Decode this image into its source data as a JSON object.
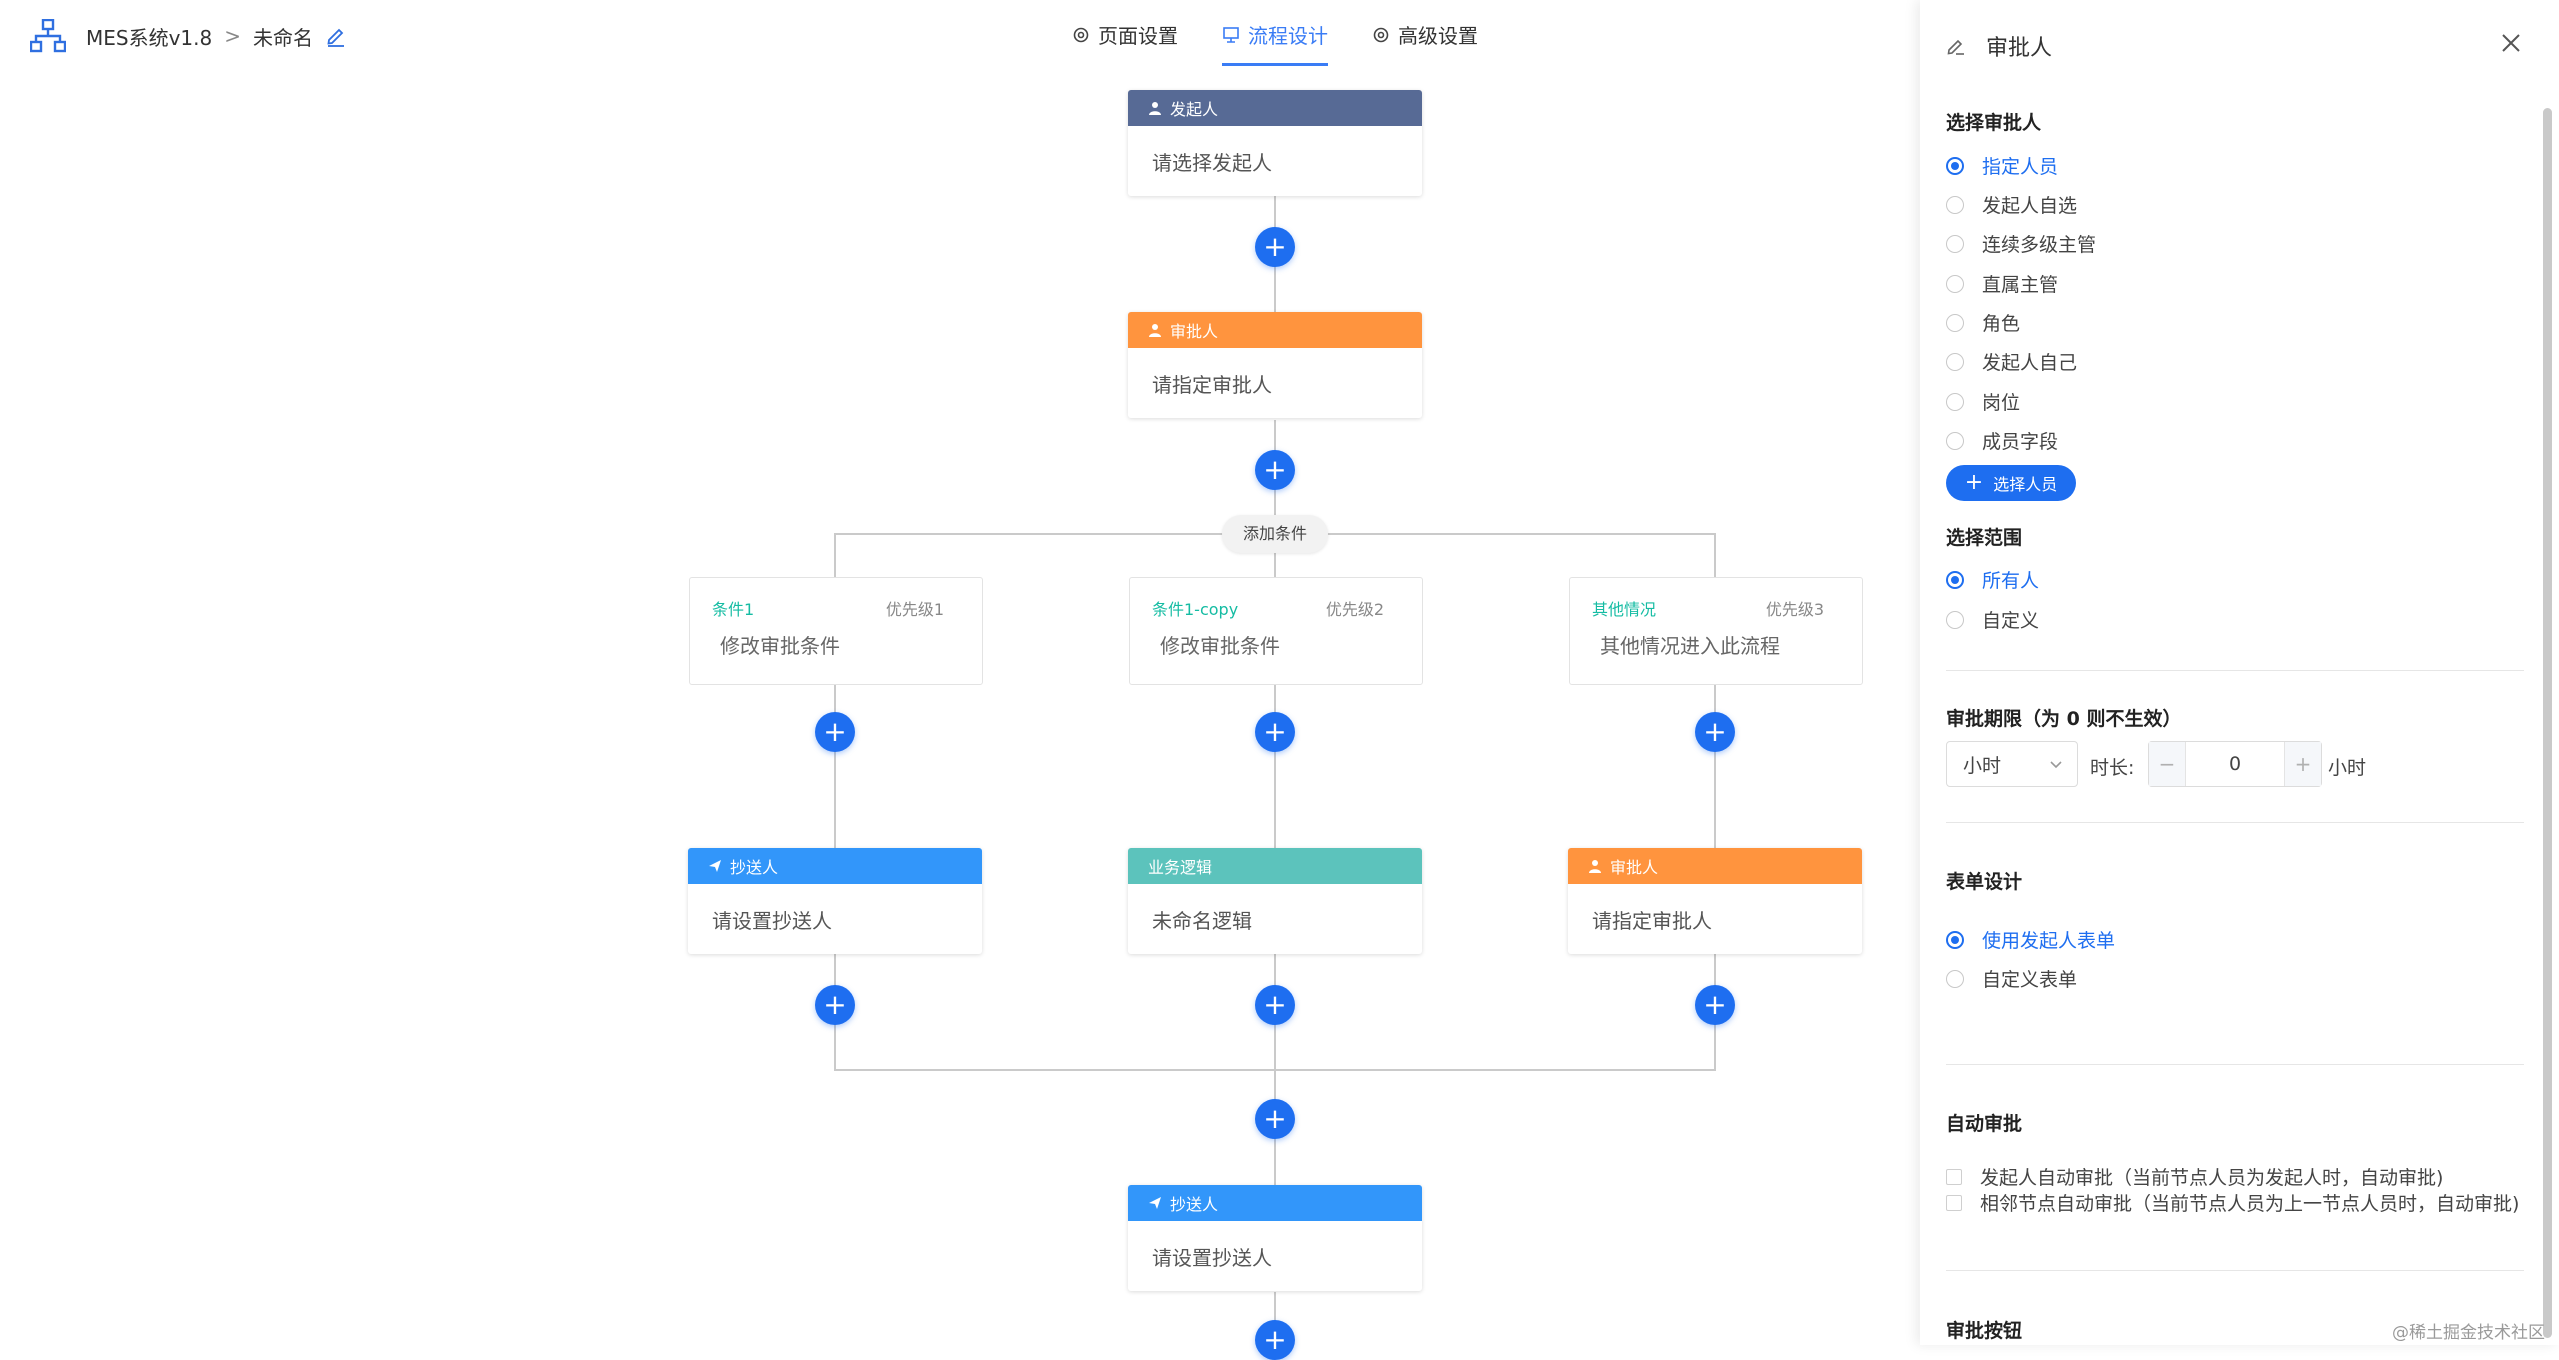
{
  "header": {
    "app_name": "MES系统v1.8",
    "breadcrumb_sep": ">",
    "doc_name": "未命名",
    "tabs": [
      {
        "label": "页面设置",
        "icon": "gear-icon"
      },
      {
        "label": "流程设计",
        "icon": "flow-icon"
      },
      {
        "label": "高级设置",
        "icon": "gear-icon"
      }
    ],
    "active_tab": "流程设计"
  },
  "flow": {
    "start": {
      "type": "发起人",
      "text": "请选择发起人"
    },
    "approver": {
      "type": "审批人",
      "text": "请指定审批人"
    },
    "add_condition": "添加条件",
    "branches": [
      {
        "name": "条件1",
        "priority": "优先级1",
        "cond_text": "修改审批条件",
        "node": {
          "type": "抄送人",
          "text": "请设置抄送人"
        }
      },
      {
        "name": "条件1-copy",
        "priority": "优先级2",
        "cond_text": "修改审批条件",
        "node": {
          "type": "业务逻辑",
          "text": "未命名逻辑"
        }
      },
      {
        "name": "其他情况",
        "priority": "优先级3",
        "cond_text": "其他情况进入此流程",
        "node": {
          "type": "审批人",
          "text": "请指定审批人"
        }
      }
    ],
    "after": {
      "type": "抄送人",
      "text": "请设置抄送人"
    },
    "add_symbol": "+"
  },
  "panel": {
    "title": "审批人",
    "approver_section": "选择审批人",
    "approver_options": [
      "指定人员",
      "发起人自选",
      "连续多级主管",
      "直属主管",
      "角色",
      "发起人自己",
      "岗位",
      "成员字段"
    ],
    "approver_selected": "指定人员",
    "select_person_button": "选择人员",
    "scope_section": "选择范围",
    "scope_options": [
      "所有人",
      "自定义"
    ],
    "scope_selected": "所有人",
    "deadline_section": "审批期限（为 0 则不生效）",
    "deadline_unit": "小时",
    "duration_label": "时长:",
    "duration_value": "0",
    "duration_suffix": "小时",
    "stepper_minus": "−",
    "stepper_plus": "+",
    "form_section": "表单设计",
    "form_options": [
      "使用发起人表单",
      "自定义表单"
    ],
    "form_selected": "使用发起人表单",
    "auto_section": "自动审批",
    "auto_options": [
      "发起人自动审批（当前节点人员为发起人时，自动审批)",
      "相邻节点自动审批（当前节点人员为上一节点人员时，自动审批)"
    ],
    "buttons_section": "审批按钮"
  },
  "watermark": "@稀土掘金技术社区",
  "colors": {
    "primary": "#1e6ef0",
    "start_header": "#576a95",
    "approver_header": "#ff943e",
    "copy_header": "#3296fa",
    "logic_header": "#5cc3bc",
    "condition_name": "#15bca3"
  }
}
